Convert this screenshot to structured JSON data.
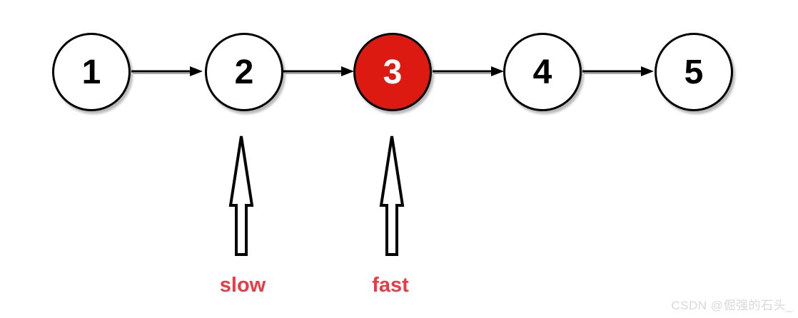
{
  "diagram": {
    "type": "linked-list",
    "nodes": [
      {
        "label": "1",
        "highlighted": false
      },
      {
        "label": "2",
        "highlighted": false
      },
      {
        "label": "3",
        "highlighted": true
      },
      {
        "label": "4",
        "highlighted": false
      },
      {
        "label": "5",
        "highlighted": false
      }
    ],
    "edges": [
      {
        "from": "1",
        "to": "2"
      },
      {
        "from": "2",
        "to": "3"
      },
      {
        "from": "3",
        "to": "4"
      },
      {
        "from": "4",
        "to": "5"
      }
    ],
    "pointers": [
      {
        "label": "slow",
        "points_to": "2"
      },
      {
        "label": "fast",
        "points_to": "3"
      }
    ],
    "colors": {
      "node_fill": "#ffffff",
      "node_border": "#000000",
      "node_text": "#000000",
      "highlight_fill": "#dc1a12",
      "highlight_text": "#ffffff",
      "pointer_label": "#ec3a44",
      "watermark_text": "#d9d9d9"
    },
    "watermark": "CSDN @倔强的石头_"
  }
}
